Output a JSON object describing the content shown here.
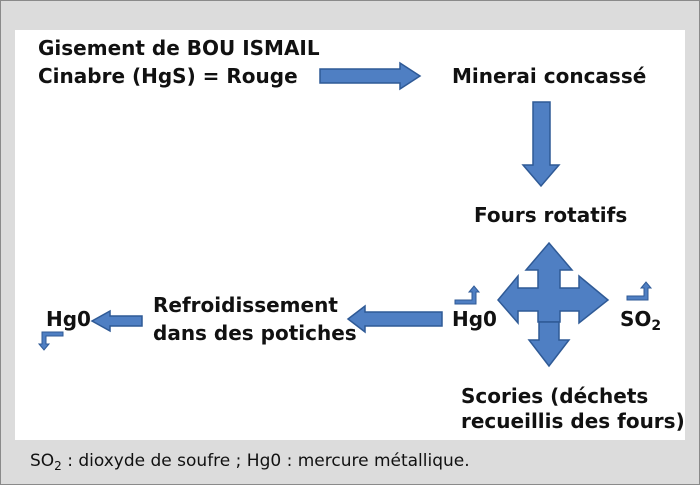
{
  "diagram": {
    "source": {
      "line1": "Gisement de BOU ISMAIL",
      "line2": "Cinabre (HgS) = Rouge"
    },
    "ore_label": "Minerai concassé",
    "kilns_label": "Fours rotatifs",
    "cooling": {
      "line1": "Refroidissement",
      "line2": "dans des potiches"
    },
    "hg_mid_label": "Hg0",
    "hg_final_label": "Hg0",
    "so2": {
      "base": "SO",
      "sub": "2"
    },
    "slag": {
      "line1": "Scories (déchets",
      "line2": "recueillis des fours)"
    }
  },
  "legend": {
    "so2_base": "SO",
    "so2_sub": "2",
    "rest": " : dioxyde de soufre ; Hg0 : mercure métallique."
  },
  "colors": {
    "arrow_fill": "#4f7fc3",
    "arrow_stroke": "#2f5a96",
    "panel": "#ffffff",
    "background": "#dcdcdc"
  }
}
